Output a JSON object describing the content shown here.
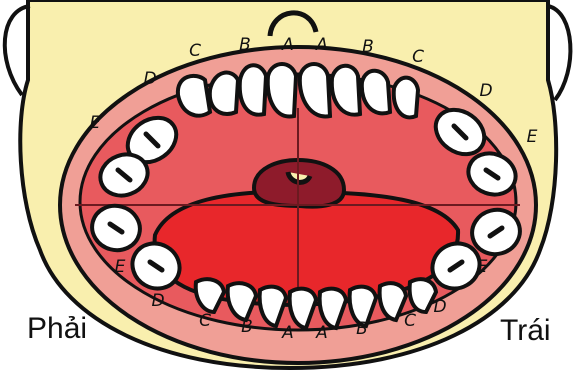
{
  "labels": {
    "right_side": "Phải",
    "left_side": "Trái"
  },
  "tooth_letters": {
    "upper": [
      "E",
      "D",
      "C",
      "B",
      "A",
      "A",
      "B",
      "C",
      "D",
      "E"
    ],
    "lower": [
      "E",
      "D",
      "C",
      "B",
      "A",
      "A",
      "B",
      "C",
      "D",
      "E"
    ]
  },
  "colors": {
    "skin": "#f9efae",
    "lips": "#f09f96",
    "mouth": "#e85a5e",
    "tongue": "#e8272b",
    "throat": "#8e1b2b",
    "teeth": "#ffffff",
    "outline": "#111111"
  }
}
